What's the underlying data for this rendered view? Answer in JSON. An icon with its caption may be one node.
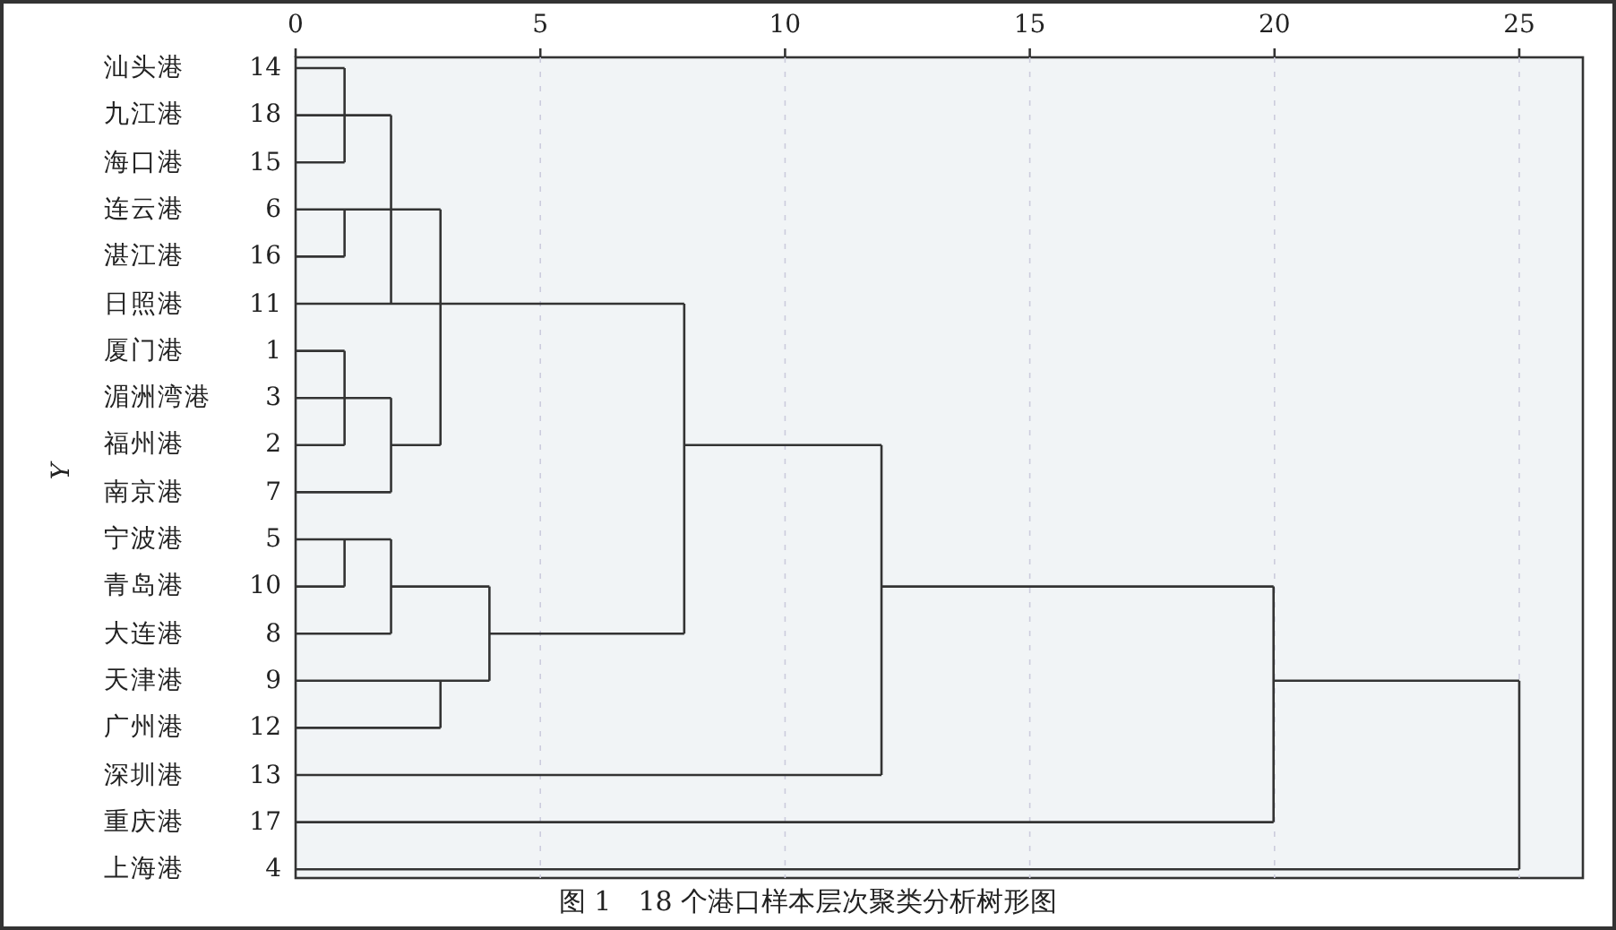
{
  "diagram": {
    "caption": "图 1　18 个港口样本层次聚类分析树形图",
    "labels": [
      "0",
      "5",
      "10",
      "15",
      "20",
      "25",
      "汕头港",
      "14",
      "九江港",
      "18",
      "海口港",
      "15",
      "连云港",
      "6",
      "湛江港",
      "16",
      "日照港",
      "11",
      "厦门港",
      "1",
      "湄洲湾港",
      "3",
      "福州港",
      "2",
      "南京港",
      "7",
      "宁波港",
      "5",
      "青岛港",
      "10",
      "大连港",
      "8",
      "天津港",
      "9",
      "广州港",
      "12",
      "深圳港",
      "13",
      "重庆港",
      "17",
      "上海港",
      "4",
      "Y"
    ]
  }
}
